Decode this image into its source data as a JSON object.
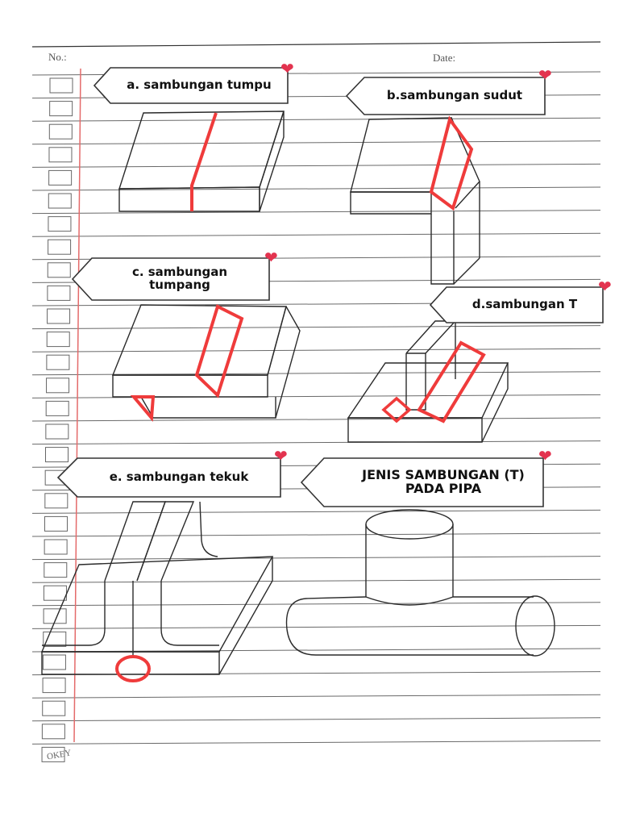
{
  "header": {
    "no_label": "No.:",
    "date_label": "Date:"
  },
  "labels": {
    "a": "a. sambungan tumpu",
    "b": "b.sambungan sudut",
    "c": "c. sambungan tumpang",
    "d": "d.sambungan T",
    "e": "e. sambungan tekuk",
    "pipe": "JENIS SAMBUNGAN (T) PADA PIPA"
  },
  "footer": {
    "brand": "OKEY"
  },
  "colors": {
    "weld": "#ef3b3b",
    "heart": "#e3334f",
    "ink": "#2a2a2a",
    "rule": "#555555",
    "margin_line": "#e46a6a"
  }
}
